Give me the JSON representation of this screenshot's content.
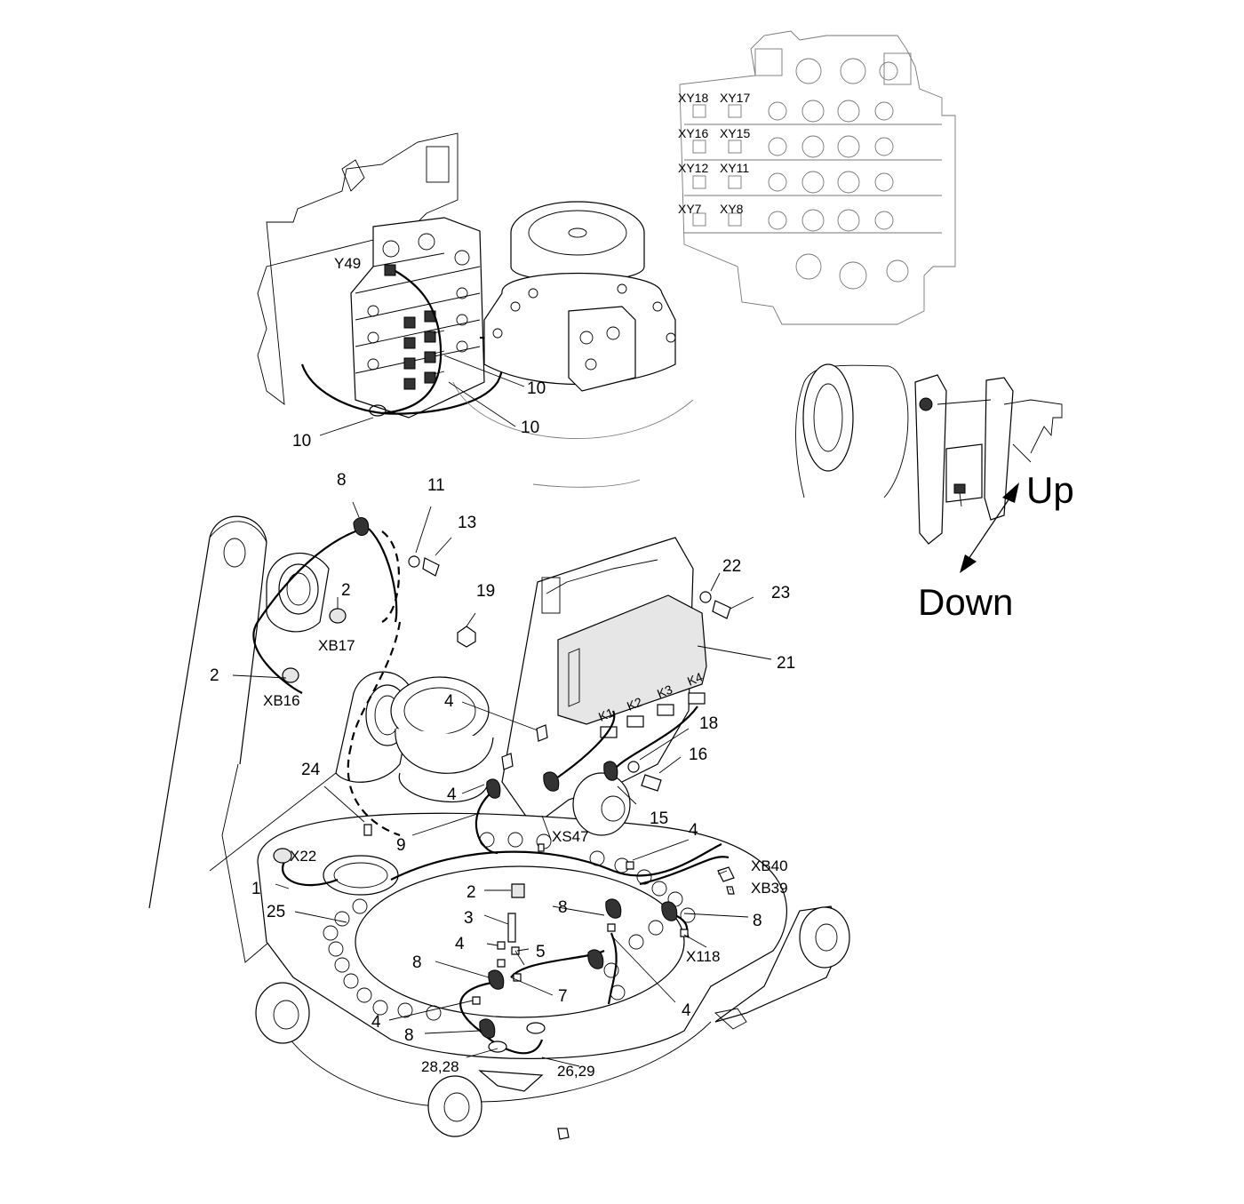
{
  "callouts": {
    "c10_a": "10",
    "c10_b": "10",
    "c10_c": "10",
    "c8_top": "8",
    "c11": "11",
    "c13": "13",
    "c2_top": "2",
    "c2_left": "2",
    "c19": "19",
    "c22": "22",
    "c23": "23",
    "c21": "21",
    "c4_a": "4",
    "c4_b": "4",
    "c4_c": "4",
    "c4_d": "4",
    "c4_e": "4",
    "c4_f": "4",
    "c18": "18",
    "c16": "16",
    "c24": "24",
    "c15": "15",
    "c9": "9",
    "c2_mid": "2",
    "c3": "3",
    "c8_a": "8",
    "c8_b": "8",
    "c8_c": "8",
    "c8_d": "8",
    "c5": "5",
    "c7": "7",
    "c1": "1",
    "c25": "25",
    "c28": "28,28",
    "c26": "26,29"
  },
  "connectors": {
    "y49": "Y49",
    "xy18": "XY18",
    "xy17": "XY17",
    "xy16": "XY16",
    "xy15": "XY15",
    "xy12": "XY12",
    "xy11": "XY11",
    "xy7": "XY7",
    "xy8": "XY8",
    "xb17": "XB17",
    "xb16": "XB16",
    "k1": "K1",
    "k2": "K2",
    "k3": "K3",
    "k4": "K4",
    "xs47": "XS47",
    "x22": "X22",
    "xb40": "XB40",
    "xb39": "XB39",
    "x118": "X118"
  },
  "direction": {
    "up": "Up",
    "down": "Down"
  }
}
